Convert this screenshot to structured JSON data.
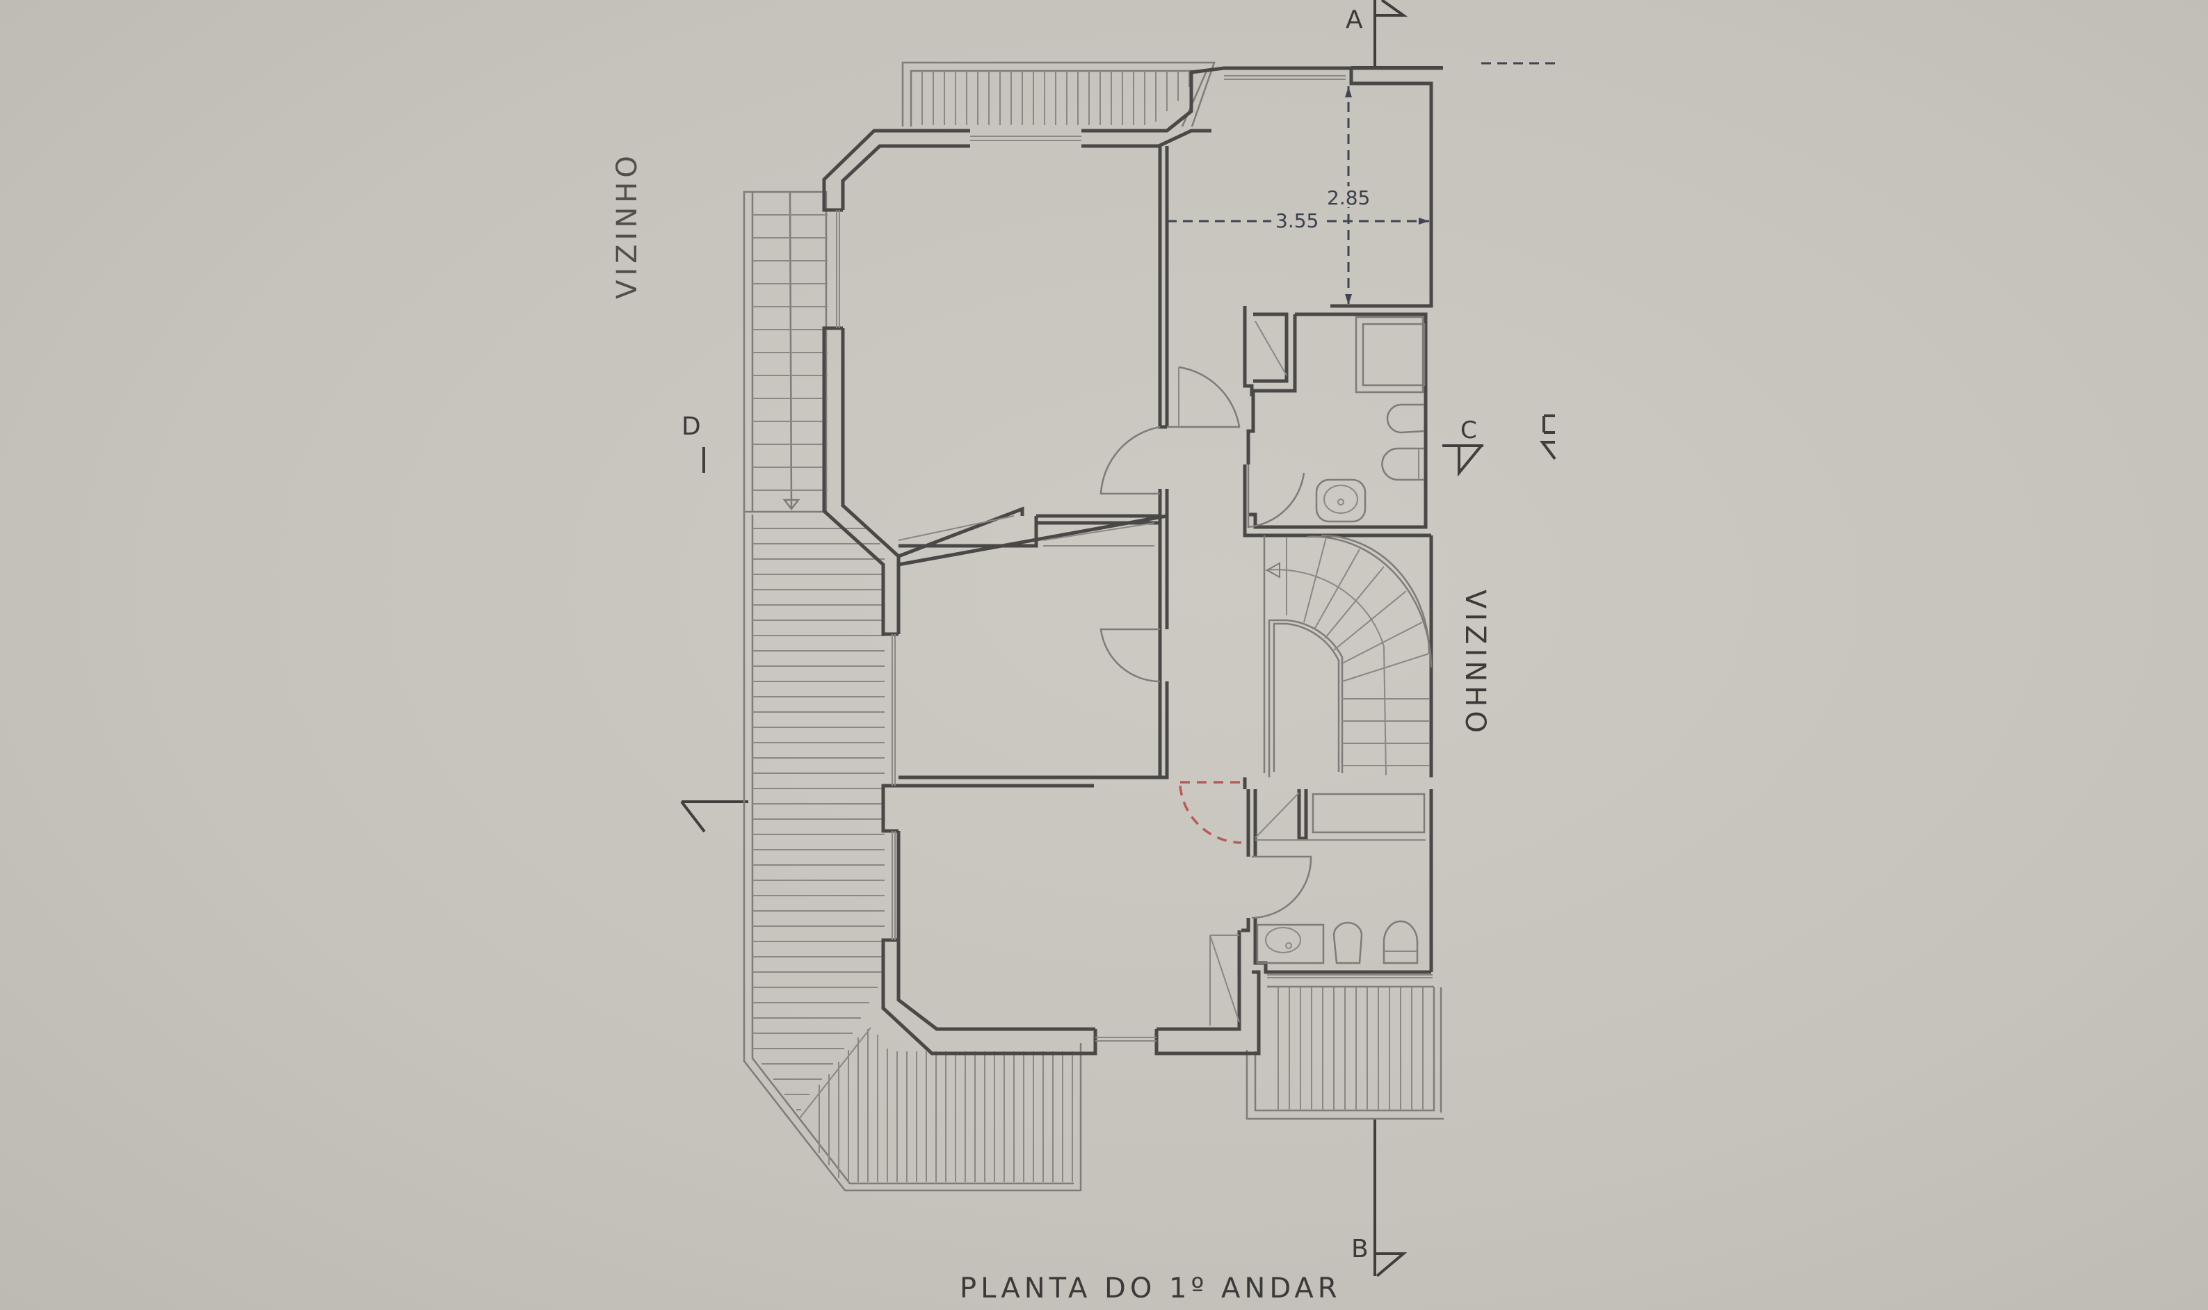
{
  "drawing": {
    "title": "PLANTA DO 1º ANDAR",
    "type": "architectural floor plan",
    "background_color": "#c9c5bf",
    "line_color": "#4a4846",
    "dimension_color": "#3f4552",
    "proposed_door_color": "#b85a58"
  },
  "section_markers": {
    "a": "A",
    "b": "B",
    "c": "C",
    "d": "D"
  },
  "neighbor_labels": {
    "right": "VIZINHO",
    "left_partial": "VIZINHO"
  },
  "dimensions": {
    "width": "3.55",
    "depth": "2.85"
  },
  "rooms": [
    {
      "id": "bedroom-top",
      "label": ""
    },
    {
      "id": "room-top-right",
      "label": ""
    },
    {
      "id": "bathroom-top",
      "label": ""
    },
    {
      "id": "bedroom-middle",
      "label": ""
    },
    {
      "id": "hallway",
      "label": ""
    },
    {
      "id": "staircase",
      "label": ""
    },
    {
      "id": "bedroom-bottom",
      "label": ""
    },
    {
      "id": "bathroom-bottom",
      "label": ""
    },
    {
      "id": "roof-left",
      "label": ""
    },
    {
      "id": "balcony-top",
      "label": ""
    },
    {
      "id": "balcony-bottom-right",
      "label": ""
    }
  ]
}
